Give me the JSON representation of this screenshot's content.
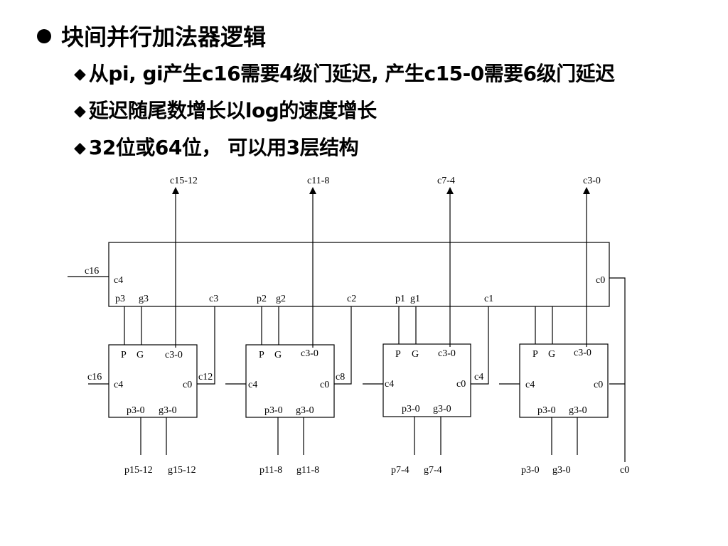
{
  "heading": "块间并行加法器逻辑",
  "bullets": [
    "从pi, gi产生c16需要4级门延迟, 产生c15-0需要6级门延迟",
    "延迟随尾数增长以log的速度增长",
    "32位或64位， 可以用3层结构"
  ],
  "diagram": {
    "top_outputs": [
      "c15-12",
      "c11-8",
      "c7-4",
      "c3-0"
    ],
    "top_block": {
      "left_in": "c16",
      "left_label": "c4",
      "right_label": "c0",
      "bottom_labels": [
        "p3",
        "g3",
        "c3",
        "p2",
        "g2",
        "c2",
        "p1",
        "g1",
        "c1"
      ]
    },
    "blocks": [
      {
        "p": "P",
        "g": "G",
        "c_out": "c3-0",
        "c4": "c4",
        "c0": "c0",
        "p_in": "p3-0",
        "g_in": "g3-0",
        "left_signal": "c16",
        "right_signal": "c12",
        "bottom_p": "p15-12",
        "bottom_g": "g15-12"
      },
      {
        "p": "P",
        "g": "G",
        "c_out": "c3-0",
        "c4": "c4",
        "c0": "c0",
        "p_in": "p3-0",
        "g_in": "g3-0",
        "left_signal": "",
        "right_signal": "c8",
        "bottom_p": "p11-8",
        "bottom_g": "g11-8"
      },
      {
        "p": "P",
        "g": "G",
        "c_out": "c3-0",
        "c4": "c4",
        "c0": "c0",
        "p_in": "p3-0",
        "g_in": "g3-0",
        "left_signal": "",
        "right_signal": "c4",
        "bottom_p": "p7-4",
        "bottom_g": "g7-4"
      },
      {
        "p": "P",
        "g": "G",
        "c_out": "c3-0",
        "c4": "c4",
        "c0": "c0",
        "p_in": "p3-0",
        "g_in": "g3-0",
        "left_signal": "",
        "right_signal": "",
        "bottom_p": "p3-0",
        "bottom_g": "g3-0"
      }
    ],
    "c0_input": "c0"
  }
}
